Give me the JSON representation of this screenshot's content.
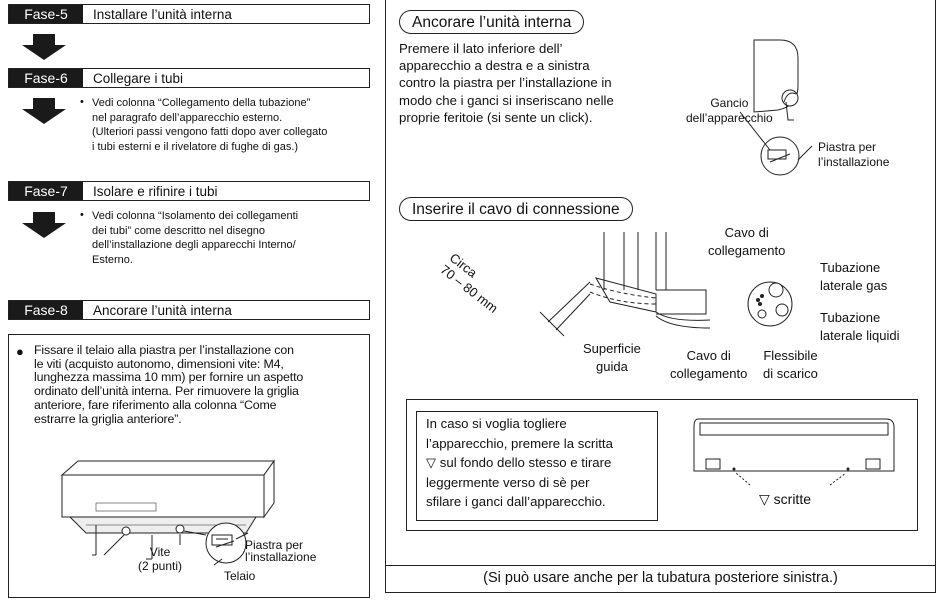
{
  "steps": [
    {
      "tag": "Fase-5",
      "title": "Installare l’unità interna"
    },
    {
      "tag": "Fase-6",
      "title": "Collegare i tubi"
    },
    {
      "tag": "Fase-7",
      "title": "Isolare e rifinire i tubi"
    },
    {
      "tag": "Fase-8",
      "title": "Ancorare l’unità interna"
    }
  ],
  "notes": {
    "fase6": "Vedi colonna “Collegamento della tubazione”\nnel paragrafo dell’apparecchio esterno.\n(Ulteriori passi vengono fatti dopo aver collegato\ni tubi esterni e il rivelatore di fughe di gas.)",
    "fase7": "Vedi colonna “Isolamento dei collegamenti\ndei tubi” come descritto nel disegno\ndell’installazione degli apparecchi Interno/\nEsterno."
  },
  "fix_text": "Fissare il telaio alla piastra per l’installazione con\nle viti (acquisto autonomo, dimensioni vite: M4,\nlunghezza massima 10 mm) per fornire un aspetto\nordinato dell’unità interna. Per rimuovere la griglia\nanteriore, fare riferimento alla colonna “Come\nestrarre la griglia anteriore”.",
  "left_fig": {
    "vite": "Vite\n(2 punti)",
    "piastra": "Piastra per\nl’installazione",
    "telaio": "Telaio"
  },
  "anchor": {
    "heading": "Ancorare l’unità interna",
    "text": "Premere il lato inferiore dell’\napparecchio a destra e a sinistra\ncontro la piastra per l’installazione in\nmodo che i ganci si inseriscano nelle\nproprie feritoie (si sente un click).",
    "gancio": "Gancio\ndell’apparecchio",
    "piastra": "Piastra per\nl’installazione"
  },
  "cable": {
    "heading": "Inserire il cavo di connessione",
    "circa": "Circa\n70 – 80 mm",
    "cavo_top": "Cavo di\ncollegamento",
    "tub_gas": "Tubazione\nlaterale gas",
    "tub_liq": "Tubazione\nlaterale liquidi",
    "superficie": "Superficie\nguida",
    "cavo_bot": "Cavo di\ncollegamento",
    "flessibile": "Flessibile\ndi scarico"
  },
  "remove": {
    "text": "In caso si voglia togliere\nl’apparecchio, premere la scritta\n▽ sul fondo dello stesso e tirare\nleggermente verso di sè per\nsfilare i ganci dall’apparecchio.",
    "scritte": "▽ scritte"
  },
  "footer": "(Si può usare anche per la tubatura posteriore sinistra.)"
}
